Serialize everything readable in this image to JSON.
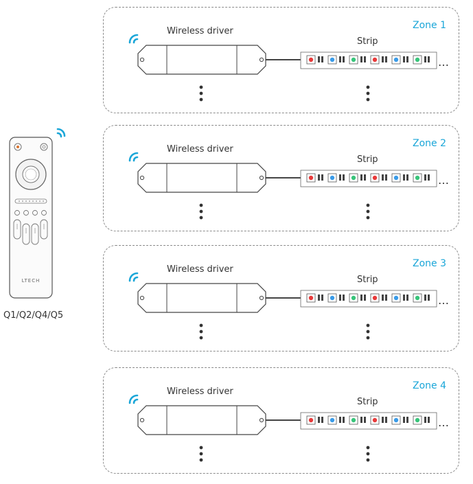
{
  "remote": {
    "brand": "LTECH",
    "model_label": "Q1/Q2/Q4/Q5"
  },
  "zones": [
    {
      "label": "Zone 1",
      "driver_label": "Wireless driver",
      "strip_label": "Strip",
      "more": "…"
    },
    {
      "label": "Zone 2",
      "driver_label": "Wireless driver",
      "strip_label": "Strip",
      "more": "…"
    },
    {
      "label": "Zone 3",
      "driver_label": "Wireless driver",
      "strip_label": "Strip",
      "more": "…"
    },
    {
      "label": "Zone 4",
      "driver_label": "Wireless driver",
      "strip_label": "Strip",
      "more": "…"
    }
  ],
  "colors": {
    "accent": "#1aa6d8",
    "border": "#8a8a8a",
    "line": "#444444"
  }
}
